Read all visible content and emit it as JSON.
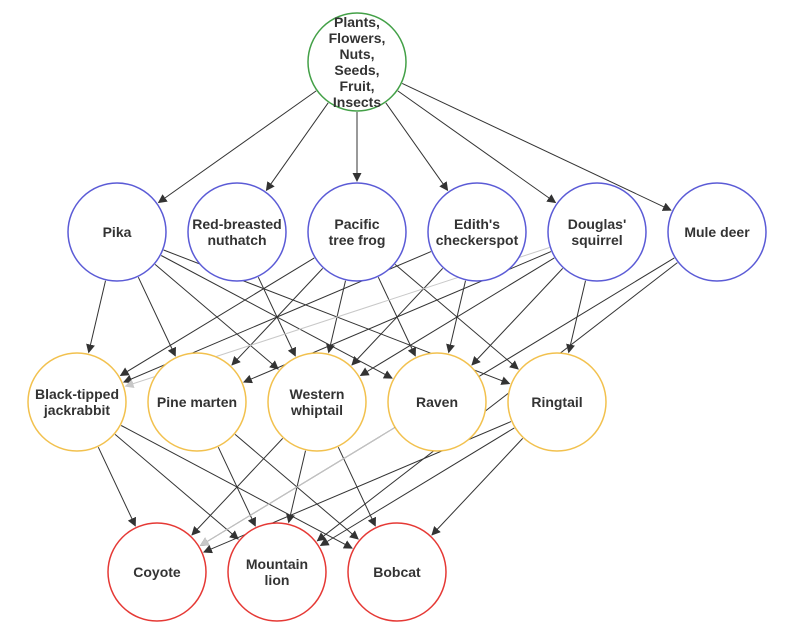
{
  "diagram": {
    "type": "food-web",
    "colors": {
      "producer": "#43a047",
      "primary_consumer": "#5b5bd6",
      "secondary_consumer": "#f2c14e",
      "tertiary_consumer": "#e53935",
      "arrow": "#333333",
      "faint_arrow": "#c8c8c8"
    },
    "nodes": [
      {
        "id": "plants",
        "tier": "producer",
        "lines": [
          "Plants,",
          "Flowers,",
          "Nuts,",
          "Seeds,",
          "Fruit,",
          "Insects"
        ]
      },
      {
        "id": "pika",
        "tier": "primary_consumer",
        "lines": [
          "Pika"
        ]
      },
      {
        "id": "nuthatch",
        "tier": "primary_consumer",
        "lines": [
          "Red-breasted",
          "nuthatch"
        ]
      },
      {
        "id": "frog",
        "tier": "primary_consumer",
        "lines": [
          "Pacific",
          "tree frog"
        ]
      },
      {
        "id": "checkerspot",
        "tier": "primary_consumer",
        "lines": [
          "Edith's",
          "checkerspot"
        ]
      },
      {
        "id": "squirrel",
        "tier": "primary_consumer",
        "lines": [
          "Douglas'",
          "squirrel"
        ]
      },
      {
        "id": "deer",
        "tier": "primary_consumer",
        "lines": [
          "Mule deer"
        ]
      },
      {
        "id": "jackrabbit",
        "tier": "secondary_consumer",
        "lines": [
          "Black-tipped",
          "jackrabbit"
        ]
      },
      {
        "id": "marten",
        "tier": "secondary_consumer",
        "lines": [
          "Pine marten"
        ]
      },
      {
        "id": "whiptail",
        "tier": "secondary_consumer",
        "lines": [
          "Western",
          "whiptail"
        ]
      },
      {
        "id": "raven",
        "tier": "secondary_consumer",
        "lines": [
          "Raven"
        ]
      },
      {
        "id": "ringtail",
        "tier": "secondary_consumer",
        "lines": [
          "Ringtail"
        ]
      },
      {
        "id": "coyote",
        "tier": "tertiary_consumer",
        "lines": [
          "Coyote"
        ]
      },
      {
        "id": "lion",
        "tier": "tertiary_consumer",
        "lines": [
          "Mountain",
          "lion"
        ]
      },
      {
        "id": "bobcat",
        "tier": "tertiary_consumer",
        "lines": [
          "Bobcat"
        ]
      }
    ],
    "edges": [
      {
        "from": "plants",
        "to": "pika"
      },
      {
        "from": "plants",
        "to": "nuthatch"
      },
      {
        "from": "plants",
        "to": "frog"
      },
      {
        "from": "plants",
        "to": "checkerspot"
      },
      {
        "from": "plants",
        "to": "squirrel"
      },
      {
        "from": "plants",
        "to": "deer"
      },
      {
        "from": "pika",
        "to": "jackrabbit"
      },
      {
        "from": "pika",
        "to": "marten"
      },
      {
        "from": "pika",
        "to": "whiptail"
      },
      {
        "from": "pika",
        "to": "raven"
      },
      {
        "from": "pika",
        "to": "ringtail"
      },
      {
        "from": "nuthatch",
        "to": "whiptail"
      },
      {
        "from": "frog",
        "to": "jackrabbit"
      },
      {
        "from": "frog",
        "to": "marten"
      },
      {
        "from": "frog",
        "to": "whiptail"
      },
      {
        "from": "frog",
        "to": "raven"
      },
      {
        "from": "frog",
        "to": "ringtail"
      },
      {
        "from": "checkerspot",
        "to": "jackrabbit"
      },
      {
        "from": "checkerspot",
        "to": "whiptail"
      },
      {
        "from": "checkerspot",
        "to": "raven"
      },
      {
        "from": "squirrel",
        "to": "jackrabbit",
        "faint": true
      },
      {
        "from": "squirrel",
        "to": "marten"
      },
      {
        "from": "squirrel",
        "to": "raven"
      },
      {
        "from": "squirrel",
        "to": "ringtail"
      },
      {
        "from": "squirrel",
        "to": "whiptail"
      },
      {
        "from": "deer",
        "to": "lion"
      },
      {
        "from": "deer",
        "to": "coyote"
      },
      {
        "from": "jackrabbit",
        "to": "coyote"
      },
      {
        "from": "jackrabbit",
        "to": "lion"
      },
      {
        "from": "jackrabbit",
        "to": "bobcat"
      },
      {
        "from": "marten",
        "to": "lion"
      },
      {
        "from": "marten",
        "to": "bobcat"
      },
      {
        "from": "whiptail",
        "to": "coyote"
      },
      {
        "from": "whiptail",
        "to": "lion"
      },
      {
        "from": "whiptail",
        "to": "bobcat"
      },
      {
        "from": "raven",
        "to": "coyote",
        "faint": true
      },
      {
        "from": "ringtail",
        "to": "coyote"
      },
      {
        "from": "ringtail",
        "to": "lion"
      },
      {
        "from": "ringtail",
        "to": "bobcat"
      }
    ]
  }
}
